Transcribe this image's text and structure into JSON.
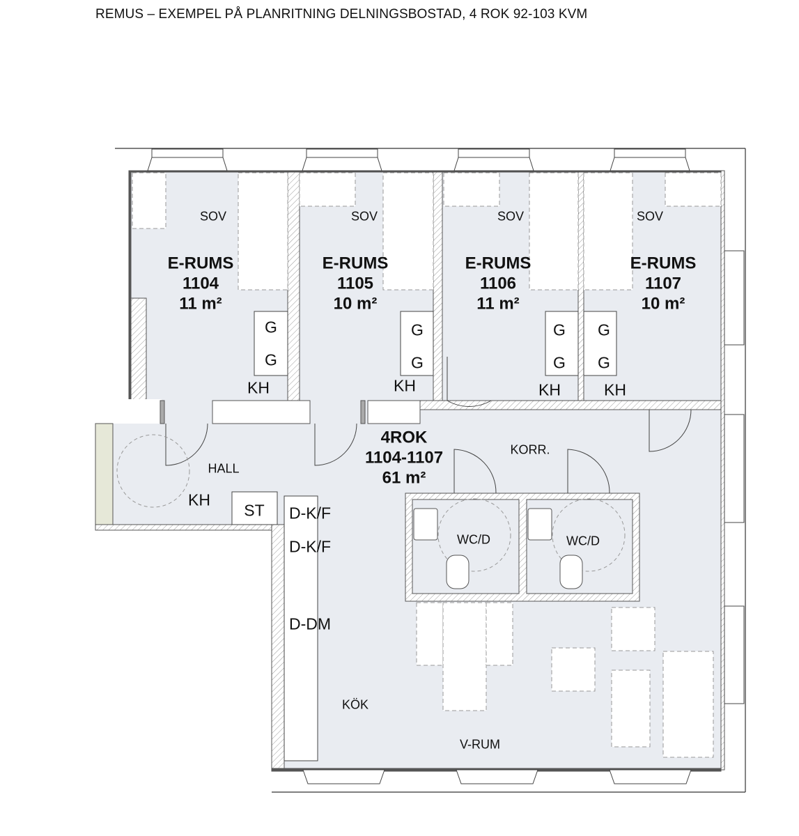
{
  "title": "REMUS – EXEMPEL PÅ PLANRITNING DELNINGSBOSTAD, 4 ROK 92-103 KVM",
  "bedrooms": [
    {
      "type": "SOV",
      "name": "E-RUMS",
      "number": "1104",
      "area": "11 m²"
    },
    {
      "type": "SOV",
      "name": "E-RUMS",
      "number": "1105",
      "area": "10 m²"
    },
    {
      "type": "SOV",
      "name": "E-RUMS",
      "number": "1106",
      "area": "11 m²"
    },
    {
      "type": "SOV",
      "name": "E-RUMS",
      "number": "1107",
      "area": "10 m²"
    }
  ],
  "apartment": {
    "name": "4ROK",
    "numbers": "1104-1107",
    "area": "61 m²"
  },
  "rooms": {
    "hall": "HALL",
    "corridor": "KORR.",
    "kitchen": "KÖK",
    "living": "V-RUM",
    "wc1": "WC/D",
    "wc2": "WC/D"
  },
  "fixtures": {
    "wardrobe": "G",
    "hat_shelf": "KH",
    "storage": "ST",
    "fridge_freezer_1": "D-K/F",
    "fridge_freezer_2": "D-K/F",
    "dishwasher": "D-DM"
  }
}
